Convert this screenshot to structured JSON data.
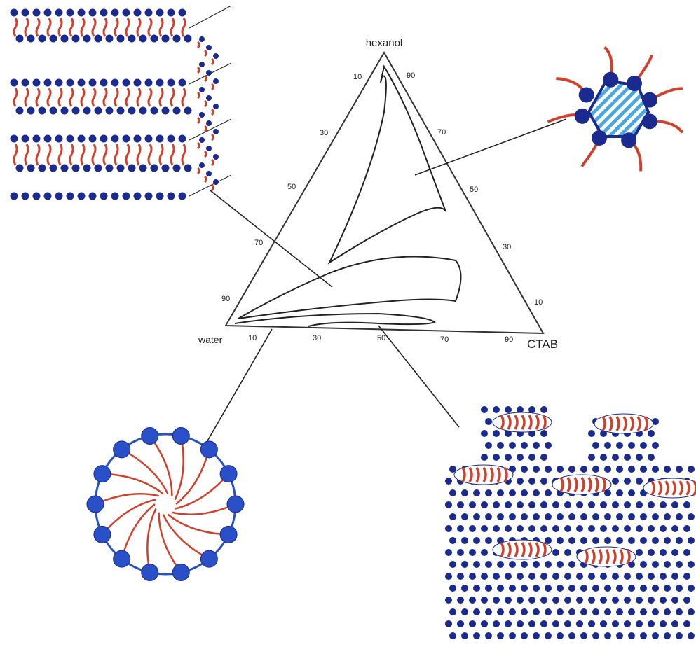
{
  "diagram": {
    "vertices": {
      "top": "hexanol",
      "left": "water",
      "right": "CTAB"
    },
    "left_edge_ticks": [
      "10",
      "30",
      "50",
      "70",
      "90"
    ],
    "right_edge_ticks": [
      "90",
      "70",
      "50",
      "30",
      "10"
    ],
    "bottom_edge_ticks": [
      "10",
      "30",
      "50",
      "70",
      "90"
    ],
    "insets": [
      "lamellar-phase",
      "reverse-micelle",
      "spherical-micelle",
      "hexagonal-phase"
    ],
    "colors": {
      "headgroup": "#1a2a8f",
      "tail": "#d0402a",
      "micelle_head": "#2a50c8",
      "line": "#222222",
      "core_stripe": "#4aa8e0"
    }
  }
}
